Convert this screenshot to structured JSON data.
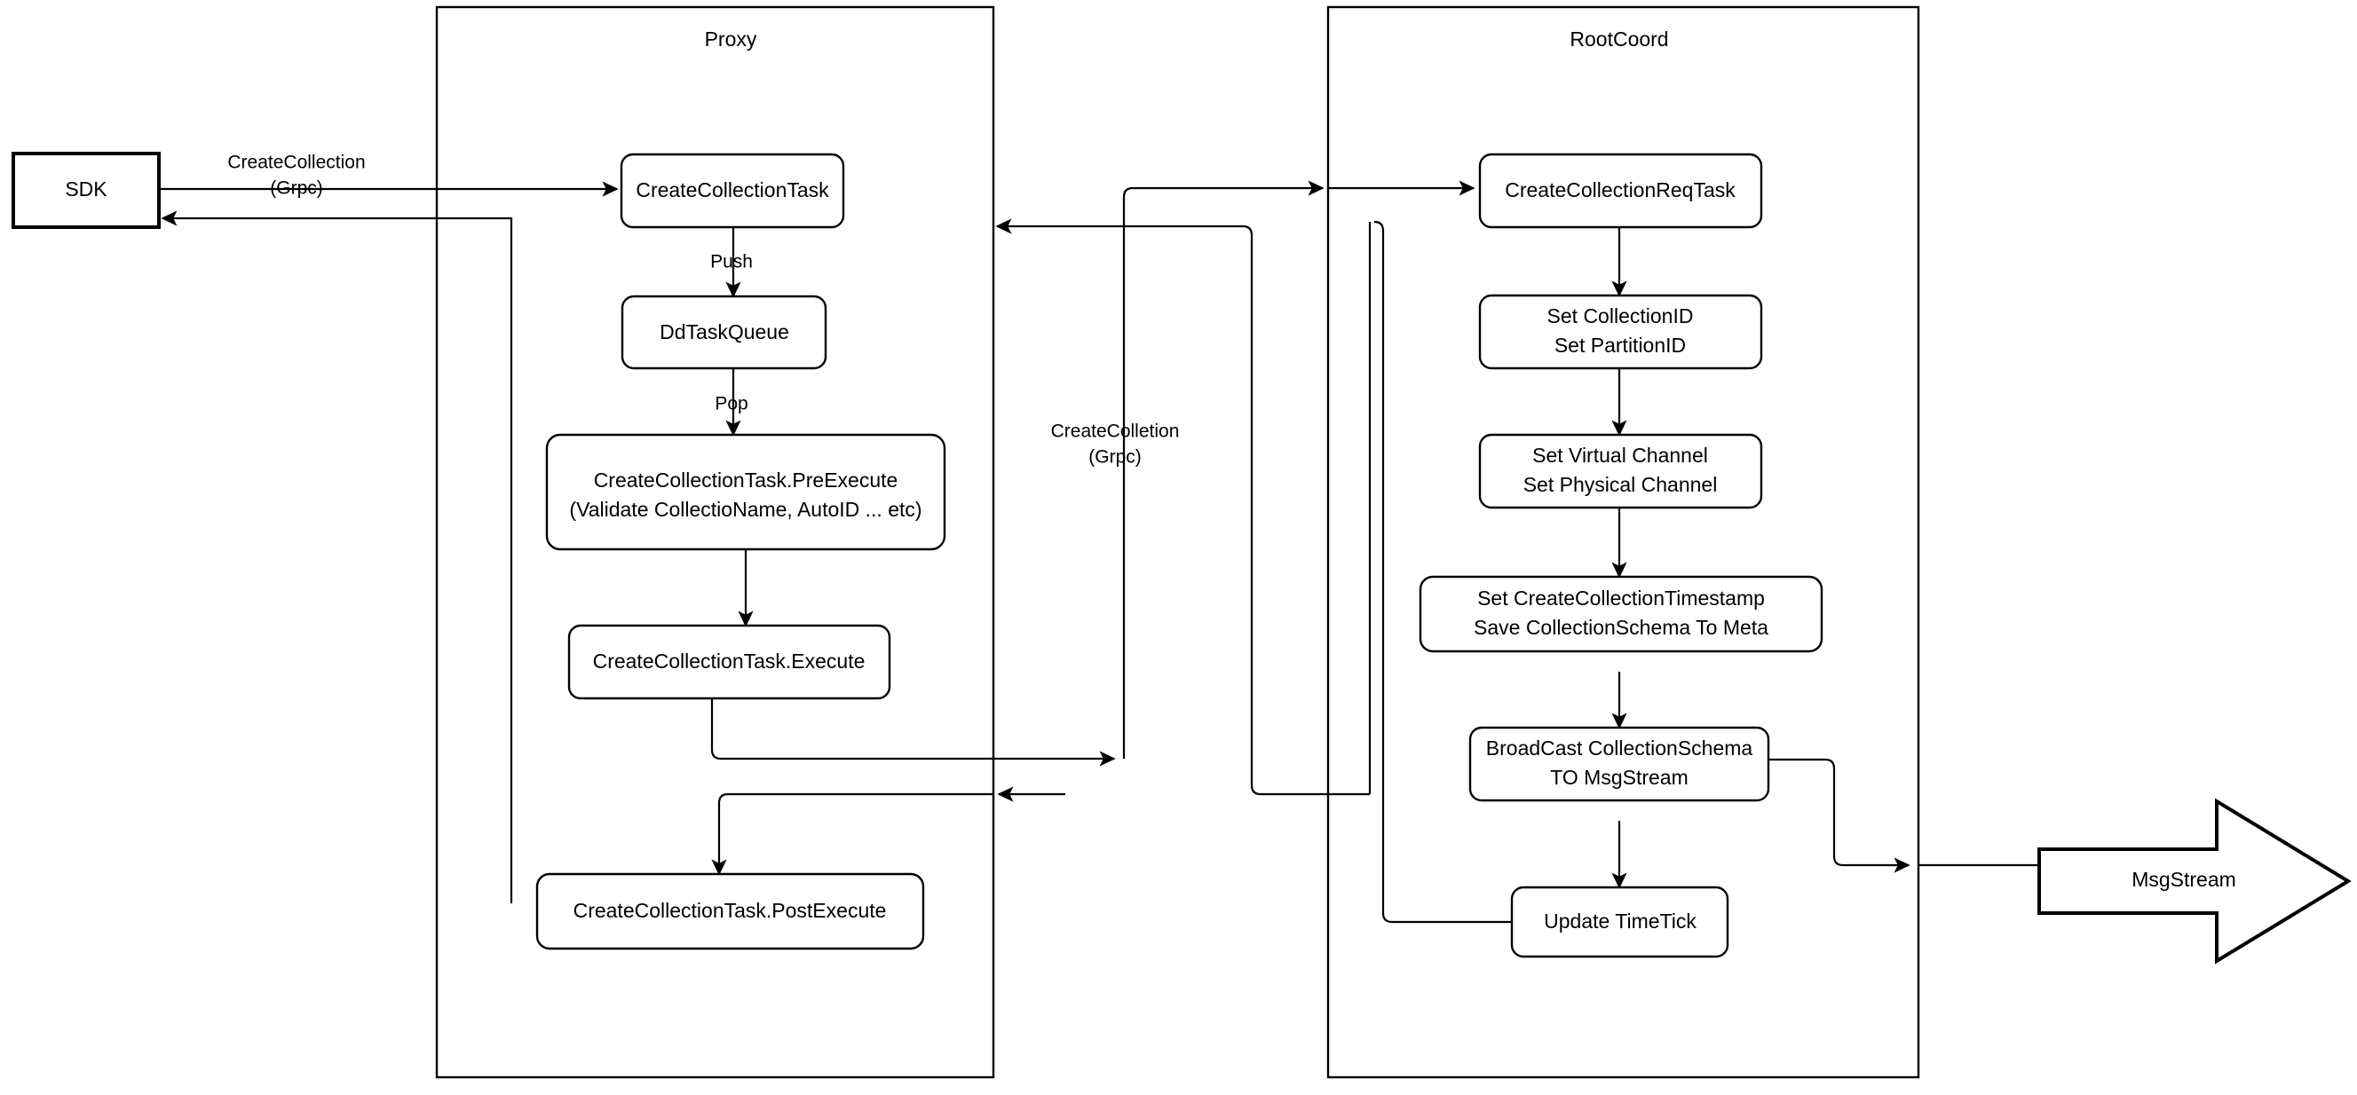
{
  "diagram": {
    "title": "Milvus CreateCollection flow",
    "colors": {
      "stroke": "#000000",
      "fill": "#ffffff",
      "text": "#000000"
    },
    "containers": [
      {
        "id": "proxy",
        "label": "Proxy"
      },
      {
        "id": "rootcoord",
        "label": "RootCoord"
      }
    ],
    "nodes": {
      "sdk": {
        "label": "SDK"
      },
      "create_collection_task": {
        "label": "CreateCollectionTask"
      },
      "dd_task_queue": {
        "label": "DdTaskQueue"
      },
      "pre_execute": {
        "line1": "CreateCollectionTask.PreExecute",
        "line2": "(Validate CollectioName, AutoID ... etc)"
      },
      "execute": {
        "label": "CreateCollectionTask.Execute"
      },
      "post_execute": {
        "label": "CreateCollectionTask.PostExecute"
      },
      "create_collection_req_task": {
        "label": "CreateCollectionReqTask"
      },
      "set_ids": {
        "line1": "Set CollectionID",
        "line2": "Set PartitionID"
      },
      "set_channels": {
        "line1": "Set Virtual Channel",
        "line2": "Set Physical Channel"
      },
      "set_timestamp": {
        "line1": "Set CreateCollectionTimestamp",
        "line2": "Save CollectionSchema To Meta"
      },
      "broadcast": {
        "line1": "BroadCast CollectionSchema",
        "line2": "TO MsgStream"
      },
      "update_timetick": {
        "label": "Update TimeTick"
      },
      "msgstream": {
        "label": "MsgStream"
      }
    },
    "edge_labels": {
      "create_collection_grpc_line1": "CreateCollection",
      "create_collection_grpc_line2": "(Grpc)",
      "push": "Push",
      "pop": "Pop",
      "create_colletion_grpc_line1": "CreateColletion",
      "create_colletion_grpc_line2": "(Grpc)"
    }
  }
}
